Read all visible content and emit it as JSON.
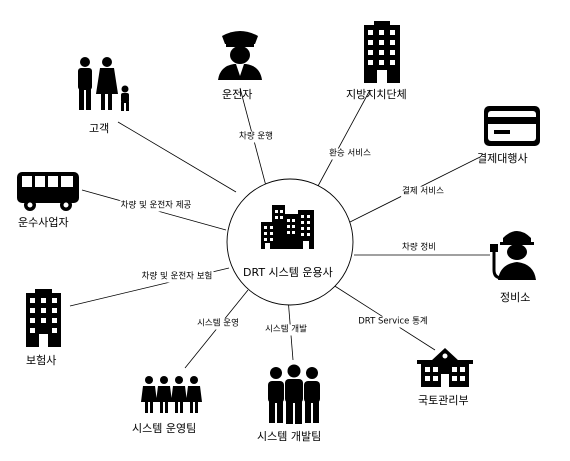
{
  "center": {
    "label": "DRT 시스템 운용사"
  },
  "nodes": {
    "customer": "고객",
    "driver": "운전자",
    "local_gov": "지방지치단체",
    "payment": "결제대행사",
    "transport": "운수사업자",
    "maintenance": "정비소",
    "insurance": "보험사",
    "ops_team": "시스템 운영팀",
    "dev_team": "시스템 개발팀",
    "ministry": "국토관리부"
  },
  "edges": {
    "driver": "차량 운행",
    "local_gov": "환승 서비스",
    "payment": "결제 서비스",
    "transport": "차량 및 운전자 제공",
    "maintenance": "차량 정비",
    "insurance": "차량 및 운전자 보험",
    "ops_team": "시스템 운영",
    "dev_team": "시스템 개발",
    "ministry": "DRT Service 통계"
  }
}
